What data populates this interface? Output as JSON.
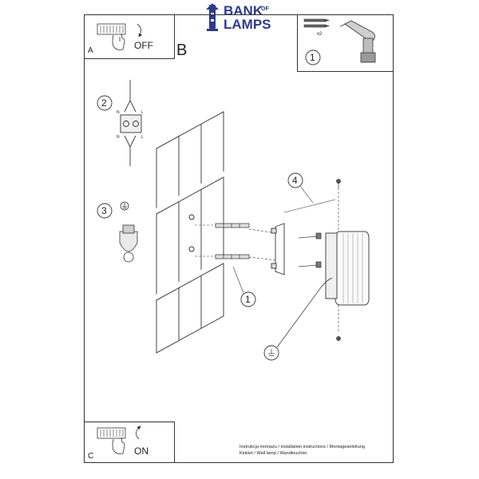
{
  "brand": {
    "word1": "BANK",
    "of": "OF",
    "word2": "LAMPS",
    "color": "#2d3a8c"
  },
  "panel_a": {
    "letter": "A",
    "state": "OFF"
  },
  "panel_c": {
    "letter": "C",
    "state": "ON"
  },
  "section_b": {
    "letter": "B"
  },
  "tools": {
    "qty": "x2"
  },
  "steps": {
    "step1": "1",
    "step1b": "1",
    "step2": "2",
    "step3": "3",
    "step4": "4"
  },
  "wiring": {
    "n_top": "N",
    "l_top": "L",
    "n_bottom": "N",
    "l_bottom": "L"
  },
  "footer": {
    "line1": "Instrukcja montażu / installation instructions / Montageanleitung",
    "line2": "Kinkiet / Wall lamp / Wandleuchter"
  },
  "icons": [
    "lighthouse-icon",
    "fuse-box-icon",
    "hand-icon",
    "drill-icon",
    "screw-icon",
    "ground-icon"
  ]
}
